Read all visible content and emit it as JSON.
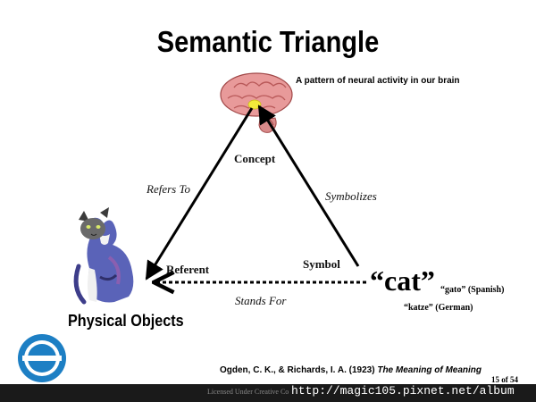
{
  "slide": {
    "title": "Semantic Triangle",
    "brain_caption": "A pattern of neural activity in our brain",
    "physical_objects": "Physical Objects",
    "citation_authors": "Ogden, C. K., & Richards, I. A. (1923) ",
    "citation_title": "The Meaning of Meaning",
    "page_indicator": "15 of 54"
  },
  "diagram": {
    "nodes": {
      "concept": "Concept",
      "referent": "Referent",
      "symbol": "Symbol"
    },
    "edges": {
      "refers_to": "Refers To",
      "symbolizes": "Symbolizes",
      "stands_for": "Stands For"
    },
    "symbol_word": "“cat”",
    "translations": {
      "spanish": "“gato” (Spanish)",
      "german": "“katze” (German)"
    },
    "images": {
      "brain": "brain-icon",
      "cat": "cat-icon",
      "logo": "globe-logo-icon"
    },
    "colors": {
      "brain": "#e89a9a",
      "brain_highlight": "#f2ea3a",
      "logo": "#1d7fc4",
      "arrows": "#000000"
    }
  },
  "footer": {
    "license": "Licensed Under Creative Co",
    "watermark": "http://magic105.pixnet.net/album"
  }
}
